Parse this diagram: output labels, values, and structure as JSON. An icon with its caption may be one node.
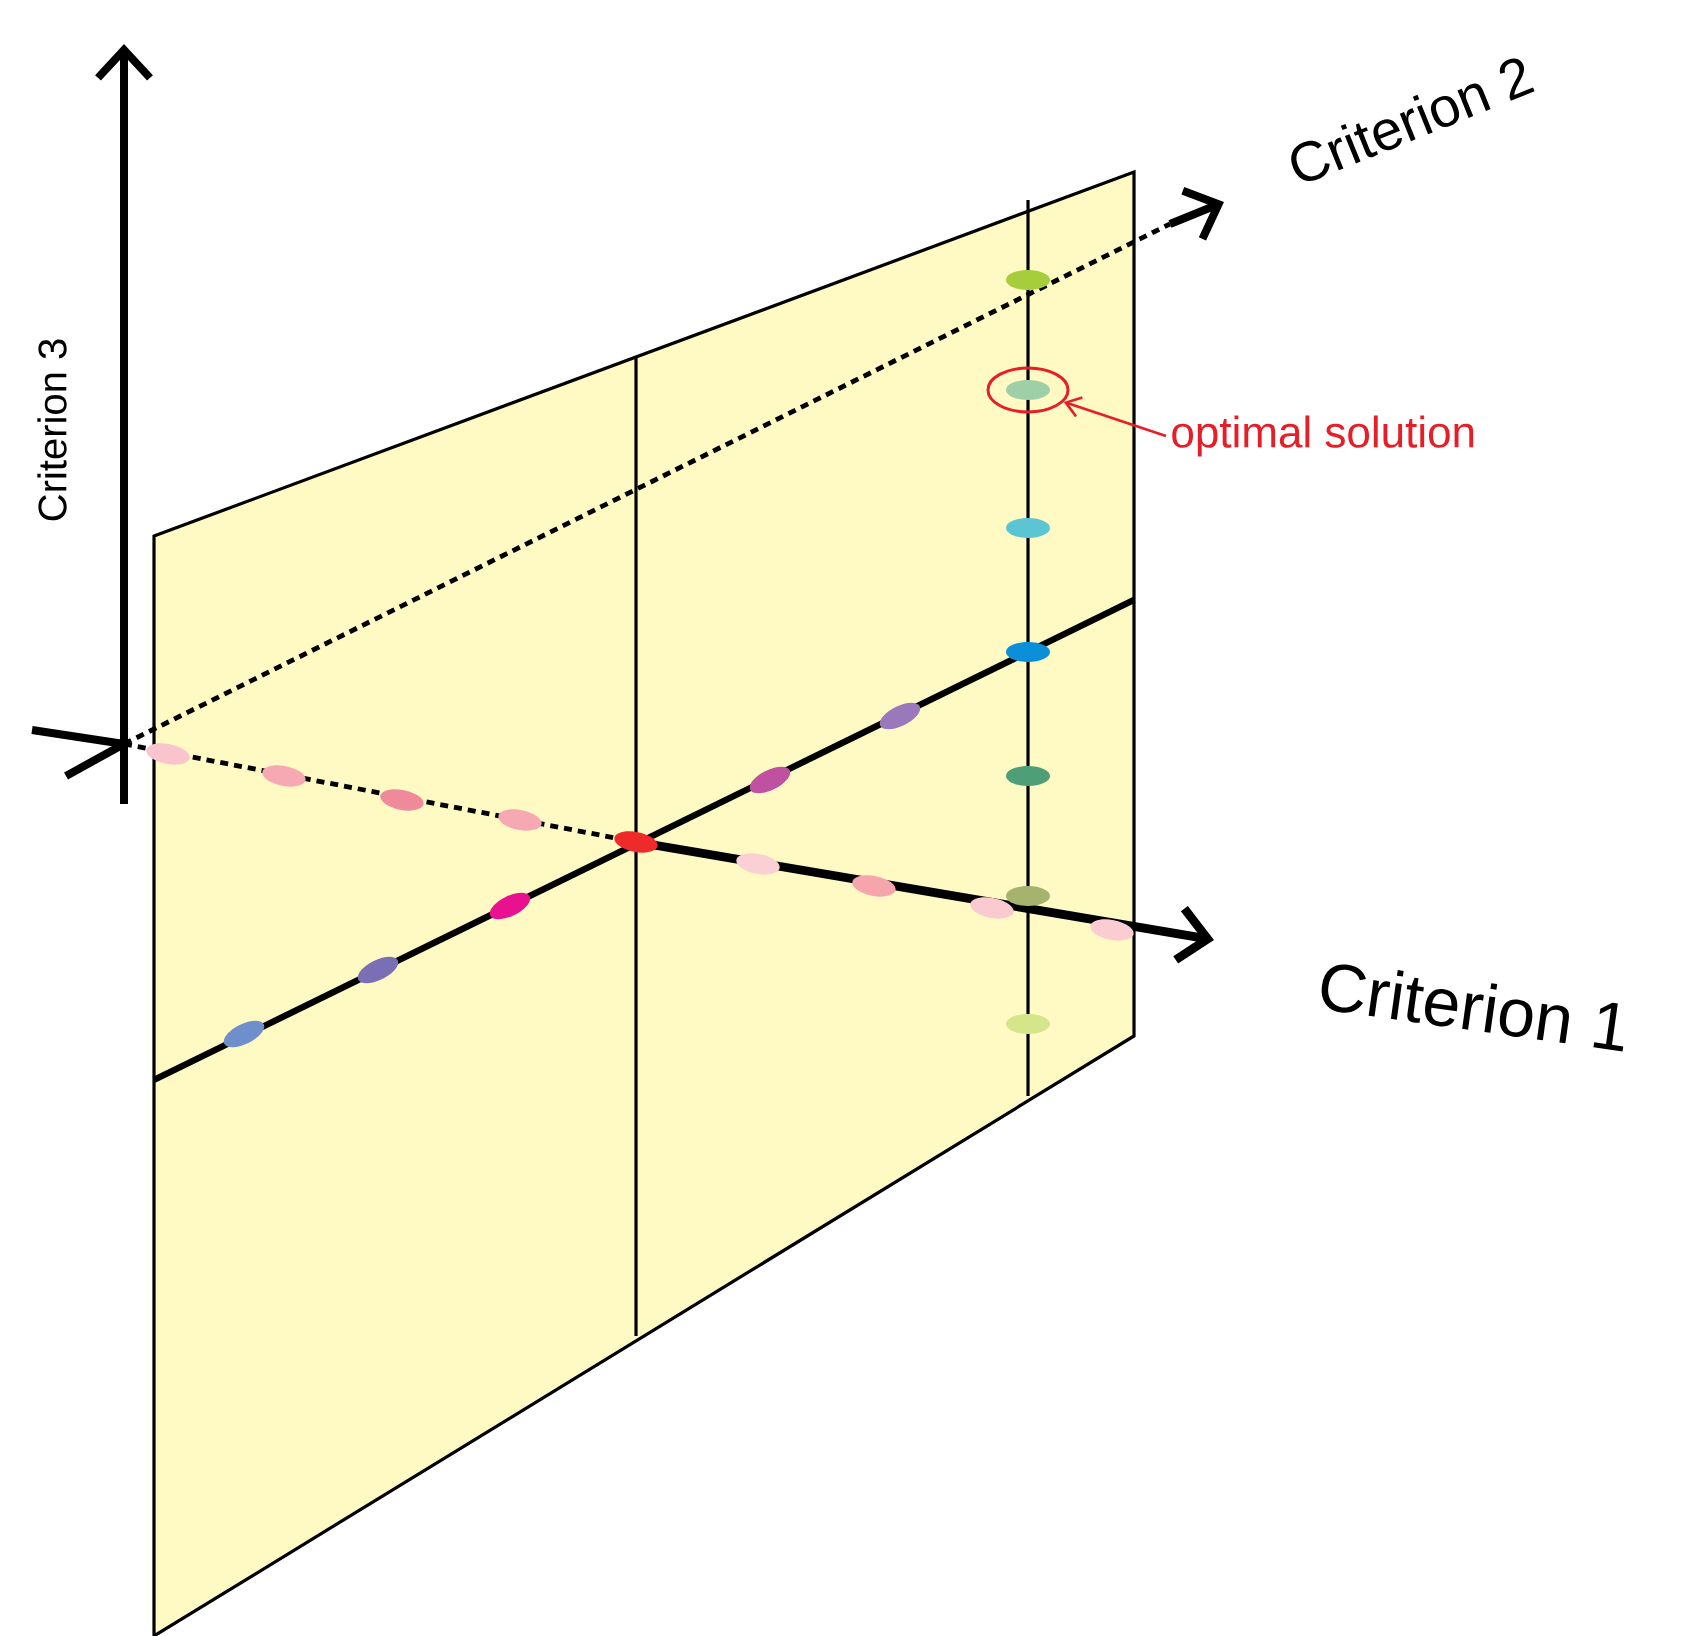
{
  "diagram": {
    "nodes": [
      {
        "text": [
          "optimal solution"
        ]
      },
      {
        "text": [],
        "shape": "circle"
      }
    ],
    "edges": [
      {
        "from": 0,
        "to": 1,
        "arrow": "to"
      }
    ],
    "labels": [
      "Criterion 2",
      "Criterion 3",
      "Criterion 1"
    ]
  }
}
